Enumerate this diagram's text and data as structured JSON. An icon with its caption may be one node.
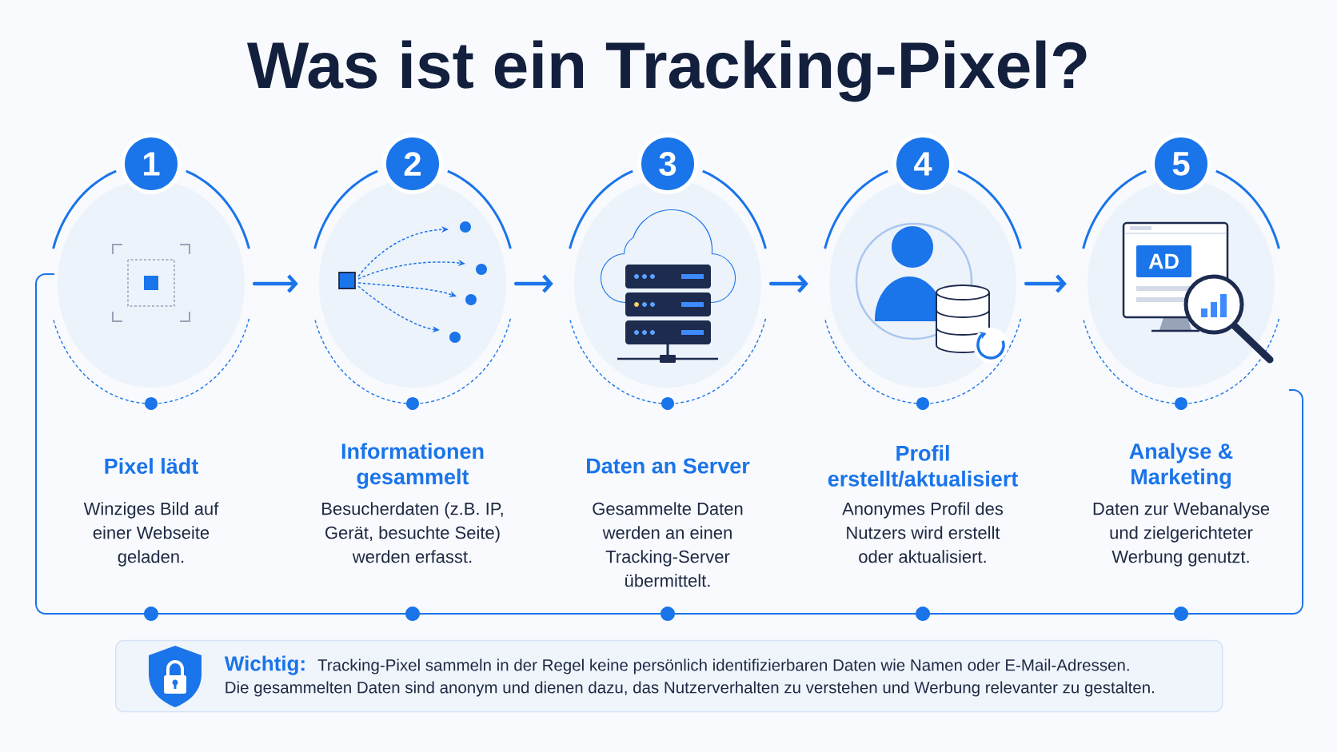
{
  "diagram": {
    "title": "Was ist ein Tracking-Pixel?",
    "nodes": [
      {
        "text": [
          "1",
          "Pixel lädt",
          "Winziges Bild auf einer Webseite geladen."
        ]
      },
      {
        "text": [
          "2",
          "Informationen gesammelt",
          "Besucherdaten (z.B. IP, Gerät, besuchte Seite) werden erfasst."
        ]
      },
      {
        "text": [
          "3",
          "Daten an Server",
          "Gesammelte Daten werden an einen Tracking-Server übermittelt."
        ]
      },
      {
        "text": [
          "4",
          "Profil erstellt/aktualisiert",
          "Anonymes Profil des Nutzers wird erstellt oder aktualisiert."
        ]
      },
      {
        "text": [
          "5",
          "Analyse & Marketing",
          "Daten zur Webanalyse und zielgerichteter Werbung genutzt."
        ]
      },
      {
        "text": [
          "Wichtig:",
          "Tracking-Pixel sammeln in der Regel keine persönlich identifizierbaren Daten wie Namen oder E-Mail-Adressen. Die gesammelten Daten sind anonym und dienen dazu, das Nutzerverhalten zu verstehen und Werbung relevanter zu gestalten."
        ]
      }
    ],
    "edges": [
      {
        "from": 0,
        "to": 1,
        "arrow": "to"
      },
      {
        "from": 1,
        "to": 2,
        "arrow": "to"
      },
      {
        "from": 2,
        "to": 3,
        "arrow": "to"
      },
      {
        "from": 3,
        "to": 4,
        "arrow": "to"
      }
    ],
    "labels": [
      "AD"
    ]
  }
}
